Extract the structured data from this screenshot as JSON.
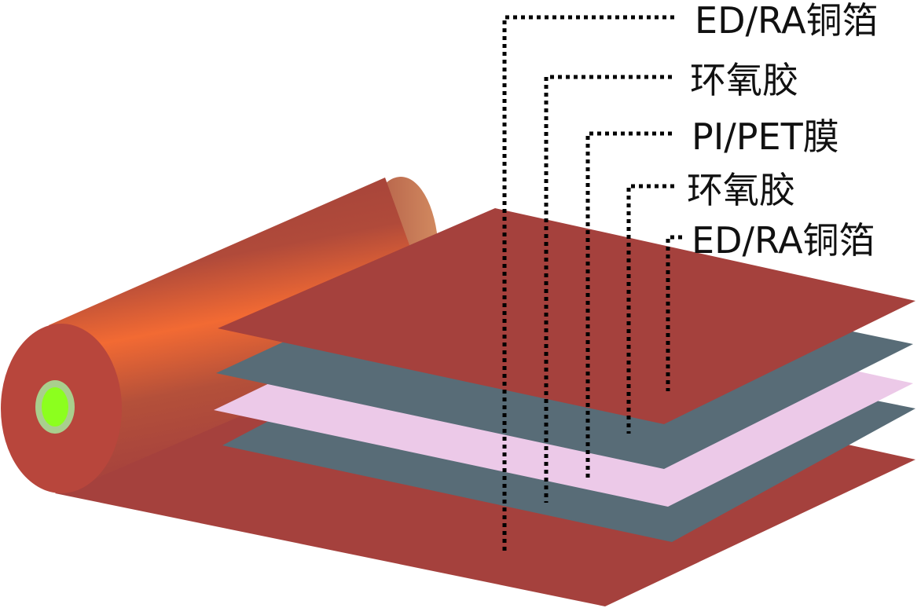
{
  "labels": {
    "layer1": "ED/RA铜箔",
    "layer2": "环氧胶",
    "layer3": "PI/PET膜",
    "layer4": "环氧胶",
    "layer5": "ED/RA铜箔"
  },
  "colors": {
    "copper": "#A5413D",
    "adhesive": "#586C77",
    "film": "#ECC9E8",
    "roll_highlight": "#F26A33",
    "core_ring": "#A9CF8D",
    "core": "#8CFF1E"
  }
}
